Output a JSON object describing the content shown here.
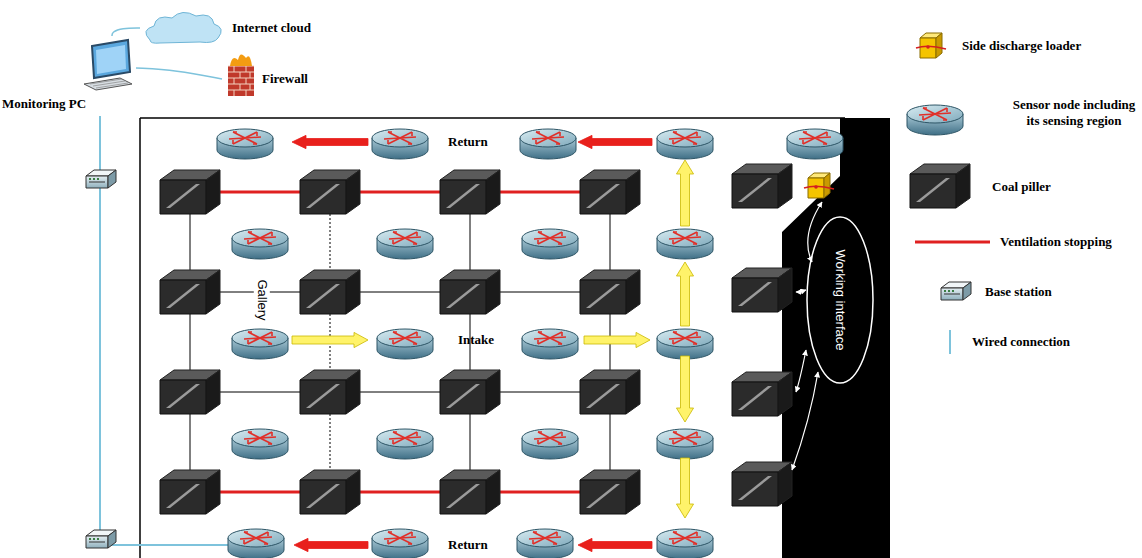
{
  "diagram": {
    "nodes": [
      {
        "text": [
          "Internet cloud"
        ]
      },
      {
        "text": [
          "Firewall"
        ]
      },
      {
        "text": [
          "Monitoring PC"
        ]
      },
      {
        "text": [
          "Working interface"
        ]
      }
    ],
    "edges": [
      {
        "from": 2,
        "to": 0,
        "arrow": "none"
      },
      {
        "from": 2,
        "to": 1,
        "arrow": "none"
      }
    ],
    "labels": [
      "Return",
      "Return",
      "Intake",
      "Gallery"
    ],
    "legend": [
      {
        "text": "Side discharge loader"
      },
      {
        "text": "Sensor node including its sensing region"
      },
      {
        "text": "Coal piller"
      },
      {
        "text": "Ventilation stopping"
      },
      {
        "text": "Base station"
      },
      {
        "text": "Wired connection"
      }
    ]
  }
}
